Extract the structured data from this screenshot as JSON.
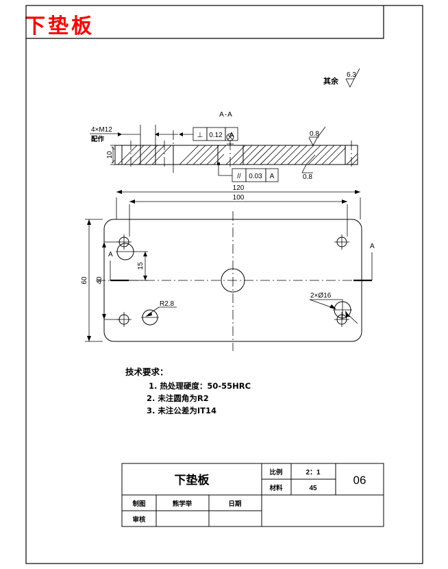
{
  "document": {
    "red_title": "下垫板",
    "sheet_width": 654,
    "sheet_height": 830
  },
  "views": {
    "section": {
      "label": "A-A",
      "callouts": {
        "thread": "4×M12",
        "thread_note": "配作",
        "thickness": "10",
        "roughness_top": "0.8",
        "roughness_bottom": "0.8"
      },
      "geometric_tolerances": [
        {
          "symbol": "⊥",
          "value": "0.12",
          "datum": "A"
        },
        {
          "symbol": "//",
          "value": "0.03",
          "datum": "A"
        }
      ]
    },
    "plan": {
      "dimensions": {
        "overall_length": "120",
        "hole_spacing_x": "100",
        "overall_width": "60",
        "hole_spacing_y": "40",
        "offset_15": "15"
      },
      "callouts": {
        "radius": "R2.8",
        "holes": "2×Ø16"
      },
      "section_marks": [
        "A",
        "A"
      ]
    },
    "general_roughness": {
      "label": "其余",
      "value": "6.3"
    }
  },
  "technical_requirements": {
    "heading": "技术要求：",
    "items": [
      "1.  热处理硬度：50-55HRC",
      "2. 未注圆角为R2",
      "3. 未注公差为IT14"
    ]
  },
  "title_block": {
    "part_name": "下垫板",
    "scale_label": "比例",
    "scale_value": "2：1",
    "material_label": "材料",
    "material_value": "45",
    "drawing_number": "06",
    "drawn_by_label": "制图",
    "drawn_by_value": "熊学举",
    "date_label": "日期",
    "date_value": "",
    "checked_by_label": "审核",
    "checked_by_value": ""
  }
}
